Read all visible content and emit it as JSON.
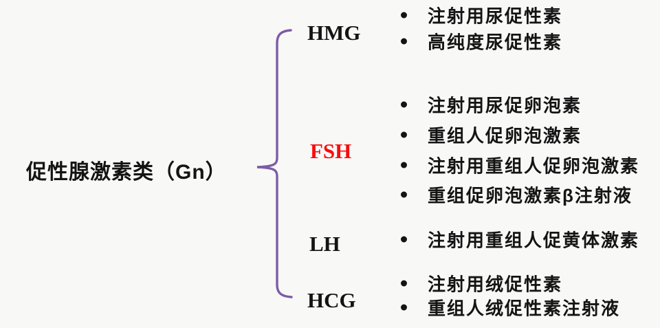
{
  "diagram": {
    "root_label": "促性腺激素类（Gn）",
    "colors": {
      "brace": "#7d5ca6",
      "fsh_label": "#f70d0d",
      "text": "#141414",
      "background": "#f8f8f7"
    },
    "groups": [
      {
        "label": "HMG",
        "items": [
          "注射用尿促性素",
          "高纯度尿促性素"
        ]
      },
      {
        "label": "FSH",
        "items": [
          "注射用尿促卵泡素",
          "重组人促卵泡激素",
          "注射用重组人促卵泡激素",
          "重组促卵泡激素β注射液"
        ]
      },
      {
        "label": "LH",
        "items": [
          "注射用重组人促黄体激素"
        ]
      },
      {
        "label": "HCG",
        "items": [
          "注射用绒促性素",
          "重组人绒促性素注射液"
        ]
      }
    ]
  }
}
